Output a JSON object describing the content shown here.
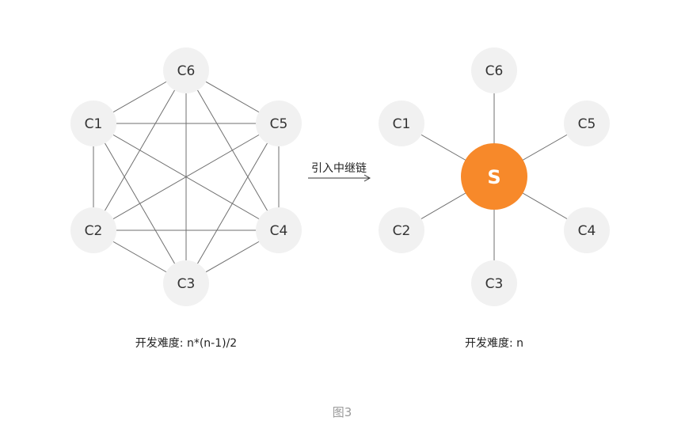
{
  "mesh": {
    "nodes": [
      "C1",
      "C2",
      "C3",
      "C4",
      "C5",
      "C6"
    ],
    "caption": "开发难度: n*(n-1)/2"
  },
  "transition": {
    "label": "引入中继链"
  },
  "star": {
    "hub": "S",
    "nodes": [
      "C1",
      "C2",
      "C3",
      "C4",
      "C5",
      "C6"
    ],
    "caption": "开发难度: n"
  },
  "figure_caption": "图3",
  "colors": {
    "node_fill": "#f1f1f1",
    "edge": "#6f6f6f",
    "hub_fill": "#f7892a",
    "hub_text": "#ffffff"
  }
}
